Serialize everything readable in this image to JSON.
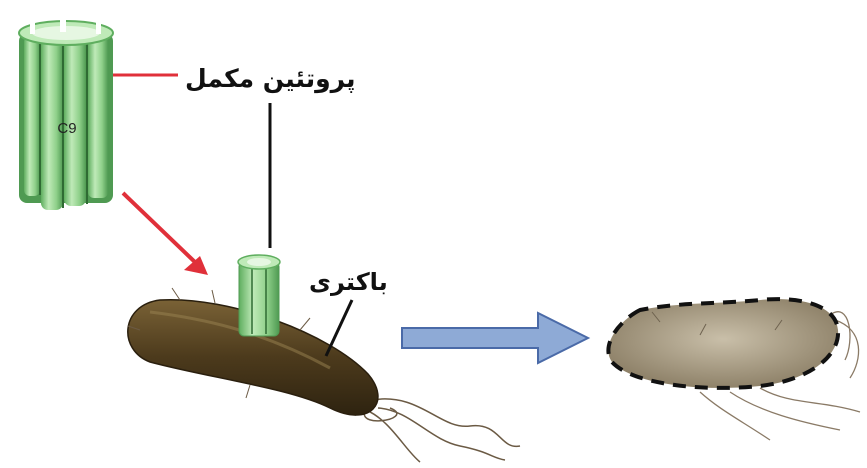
{
  "labels": {
    "complement_protein": "پروتئین مکمل",
    "bacteria": "باکتری",
    "c9": "C9"
  },
  "colors": {
    "pore_green": "#9fd89a",
    "pore_dark_green": "#5fae5f",
    "red_arrow": "#e0303a",
    "blue_arrow": "#8eaad6",
    "bacterium_brown": "#5a4624",
    "lysed_bacterium": "#a69a84",
    "dashed_membrane": "#111111"
  },
  "icons": {
    "c9_pore": "cylinder-pore",
    "small_pore": "cylinder-pore",
    "bacterium": "rod-bacterium",
    "lysed_bacterium": "rod-bacterium-dashed"
  }
}
